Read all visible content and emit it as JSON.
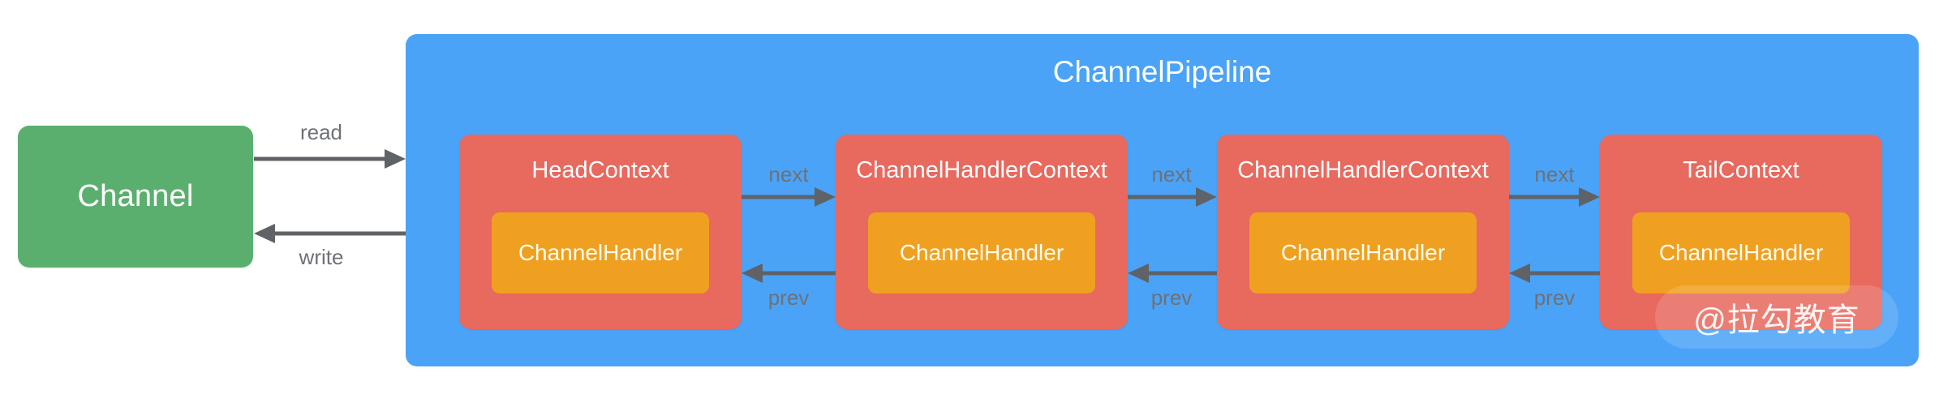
{
  "diagram": {
    "title": "ChannelPipeline",
    "colors": {
      "background": "#FFFFFF",
      "channel": "#5BAF6E",
      "pipeline": "#4BA3F7",
      "context": "#E8695E",
      "handler": "#F0A020",
      "arrow": "#5F6368",
      "edge_label": "#6E7177"
    },
    "channel": {
      "label": "Channel"
    },
    "io_edges": [
      {
        "label": "read",
        "direction": "channel-to-pipeline"
      },
      {
        "label": "write",
        "direction": "pipeline-to-channel"
      }
    ],
    "contexts": [
      {
        "title": "HeadContext",
        "handler": "ChannelHandler"
      },
      {
        "title": "ChannelHandlerContext",
        "handler": "ChannelHandler"
      },
      {
        "title": "ChannelHandlerContext",
        "handler": "ChannelHandler"
      },
      {
        "title": "TailContext",
        "handler": "ChannelHandler"
      }
    ],
    "chain_edges": [
      {
        "forward": "next",
        "backward": "prev"
      },
      {
        "forward": "next",
        "backward": "prev"
      },
      {
        "forward": "next",
        "backward": "prev"
      }
    ],
    "watermark": {
      "text": "@拉勾教育"
    }
  }
}
